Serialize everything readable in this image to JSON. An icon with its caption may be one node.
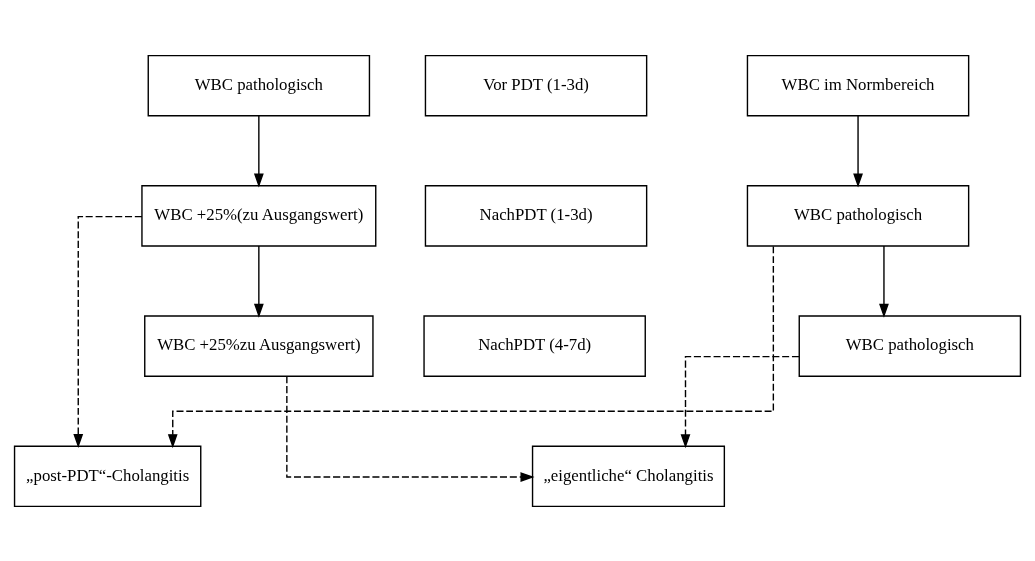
{
  "diagram": {
    "nodes": [
      {
        "text": [
          "WBC pathologisch"
        ]
      },
      {
        "text": [
          "Vor PDT (1-3d)"
        ]
      },
      {
        "text": [
          "WBC im Normbereich"
        ]
      },
      {
        "text": [
          "WBC +25%(zu Ausgangswert)"
        ]
      },
      {
        "text": [
          "NachPDT (1-3d)"
        ]
      },
      {
        "text": [
          "WBC pathologisch"
        ]
      },
      {
        "text": [
          "„post-PDT“-Cholangitis"
        ]
      },
      {
        "text": [
          "WBC +25%zu Ausgangswert)"
        ]
      },
      {
        "text": [
          "NachPDT (4-7d)"
        ]
      },
      {
        "text": [
          "WBC pathologisch"
        ]
      },
      {
        "text": [
          "„eigentliche“ Cholangitis"
        ]
      }
    ],
    "edges": [
      {
        "from": 0,
        "to": 3,
        "arrow": "to"
      },
      {
        "from": 2,
        "to": 5,
        "arrow": "to"
      },
      {
        "from": 3,
        "to": 6,
        "arrow": "to",
        "style": "dashed"
      },
      {
        "from": 5,
        "to": 6,
        "arrow": "to",
        "style": "dashed"
      },
      {
        "from": 3,
        "to": 7,
        "arrow": "to"
      },
      {
        "from": 5,
        "to": 9,
        "arrow": "to"
      },
      {
        "from": 7,
        "to": 10,
        "arrow": "to",
        "style": "dashed"
      },
      {
        "from": 9,
        "to": 10,
        "arrow": "to",
        "style": "dashed"
      }
    ]
  }
}
